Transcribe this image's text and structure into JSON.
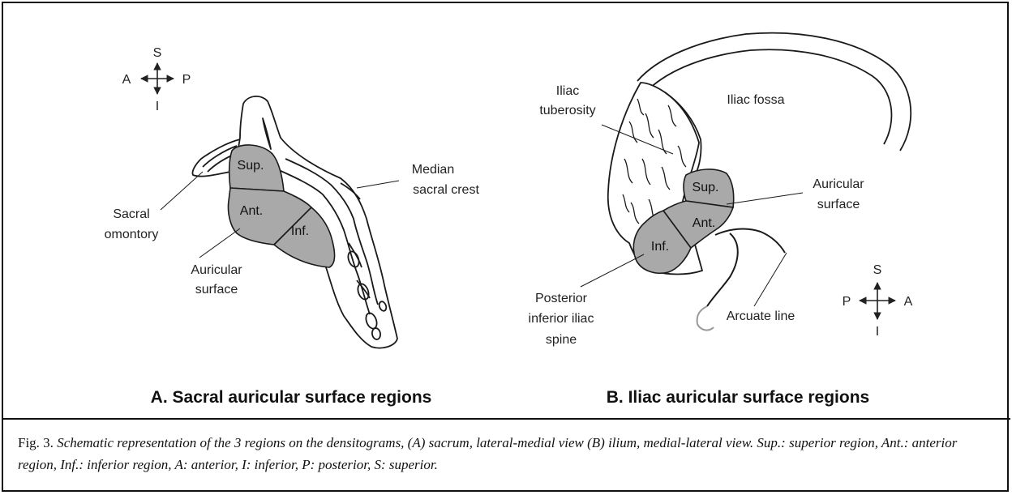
{
  "panel_a": {
    "compass": {
      "s": "S",
      "a": "A",
      "p": "P",
      "i": "I"
    },
    "regions": {
      "sup": "Sup.",
      "ant": "Ant.",
      "inf": "Inf."
    },
    "labels": {
      "median_l1": "Median",
      "median_l2": "sacral crest",
      "promontory_l1": "Sacral",
      "promontory_l2": "omontory",
      "auricular_l1": "Auricular",
      "auricular_l2": "surface"
    },
    "title": "A. Sacral auricular surface regions"
  },
  "panel_b": {
    "compass": {
      "s": "S",
      "p": "P",
      "a": "A",
      "i": "I"
    },
    "regions": {
      "sup": "Sup.",
      "ant": "Ant.",
      "inf": "Inf."
    },
    "labels": {
      "tuberosity_l1": "Iliac",
      "tuberosity_l2": "tuberosity",
      "fossa": "Iliac fossa",
      "auricular_l1": "Auricular",
      "auricular_l2": "surface",
      "spine_l1": "Posterior",
      "spine_l2": "inferior iliac",
      "spine_l3": "spine",
      "arcuate": "Arcuate line"
    },
    "title": "B. Iliac auricular surface regions"
  },
  "caption": {
    "label": "Fig. 3.",
    "text": "Schematic representation of the 3 regions on the densitograms, (A) sacrum, lateral-medial view (B) ilium, medial-lateral view. Sup.: superior region, Ant.: anterior region, Inf.: inferior region, A: anterior, I: inferior, P: posterior, S: superior."
  },
  "colors": {
    "region_fill": "#a9a9a9",
    "outline": "#1a1a1a",
    "arcuate_tip": "#9a9a9a"
  }
}
